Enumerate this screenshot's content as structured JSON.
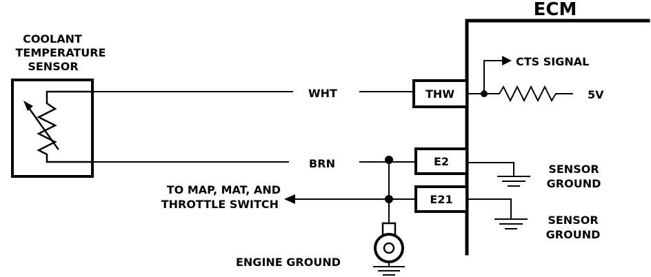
{
  "ecm": {
    "title": "ECM"
  },
  "sensor": {
    "title_lines": [
      "COOLANT",
      "TEMPERATURE",
      "SENSOR"
    ]
  },
  "wires": {
    "white": "WHT",
    "brown": "BRN"
  },
  "terminals": {
    "thw": "THW",
    "e2": "E2",
    "e21": "E21"
  },
  "ecm_internal": {
    "cts_signal": "CTS SIGNAL",
    "reference_voltage": "5V"
  },
  "grounds": {
    "sensor_ground_1": [
      "SENSOR",
      "GROUND"
    ],
    "sensor_ground_2": [
      "SENSOR",
      "GROUND"
    ],
    "engine_ground": "ENGINE GROUND"
  },
  "external": {
    "to_lines": [
      "TO MAP, MAT, AND",
      "THROTTLE SWITCH"
    ]
  }
}
